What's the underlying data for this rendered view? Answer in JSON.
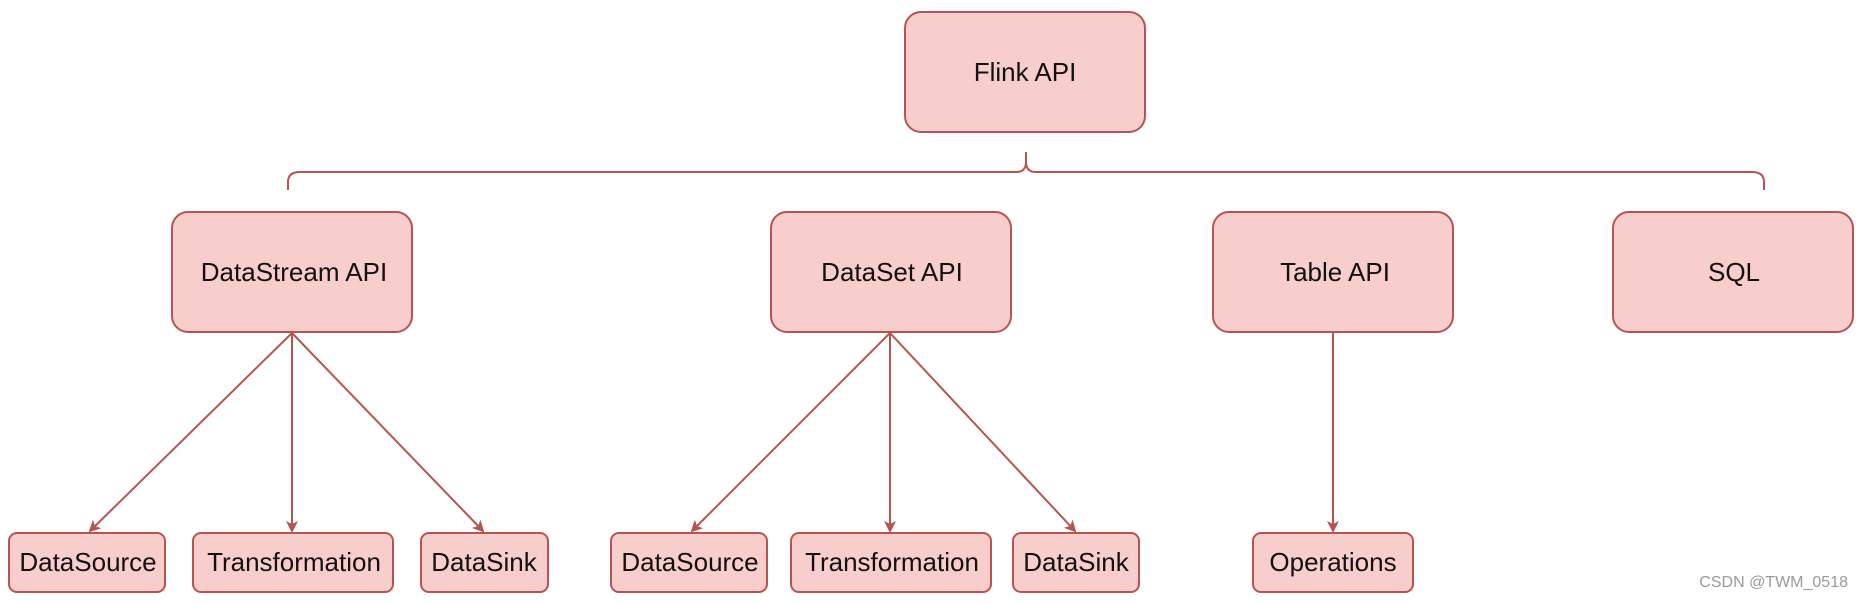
{
  "diagram": {
    "root": {
      "label": "Flink API"
    },
    "apis": {
      "datastream": "DataStream API",
      "dataset": "DataSet API",
      "table": "Table API",
      "sql": "SQL"
    },
    "children": {
      "datastream": [
        "DataSource",
        "Transformation",
        "DataSink"
      ],
      "dataset": [
        "DataSource",
        "Transformation",
        "DataSink"
      ],
      "table": [
        "Operations"
      ]
    },
    "colors": {
      "node_fill": "#f8cecc",
      "node_stroke": "#b85450",
      "edge": "#b85450"
    }
  },
  "watermark": "CSDN @TWM_0518"
}
